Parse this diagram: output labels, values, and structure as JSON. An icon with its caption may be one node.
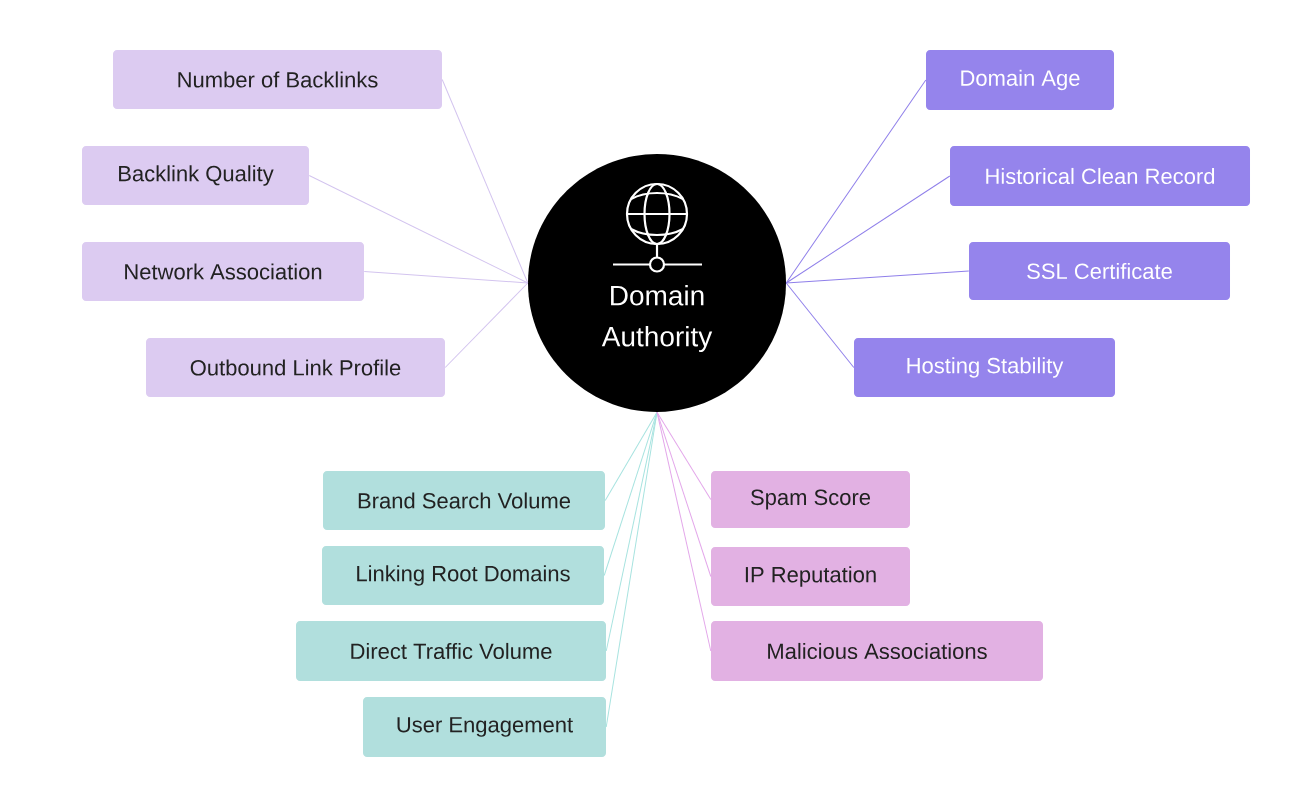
{
  "diagram": {
    "nodes": [
      {
        "text": [
          "Domain Authority"
        ]
      },
      {
        "text": [
          "Number of Backlinks"
        ]
      },
      {
        "text": [
          "Backlink Quality"
        ]
      },
      {
        "text": [
          "Network Association"
        ]
      },
      {
        "text": [
          "Outbound Link Profile"
        ]
      },
      {
        "text": [
          "Domain Age"
        ]
      },
      {
        "text": [
          "Historical Clean Record"
        ]
      },
      {
        "text": [
          "SSL Certificate"
        ]
      },
      {
        "text": [
          "Hosting Stability"
        ]
      },
      {
        "text": [
          "Brand Search Volume"
        ]
      },
      {
        "text": [
          "Linking Root Domains"
        ]
      },
      {
        "text": [
          "Direct Traffic Volume"
        ]
      },
      {
        "text": [
          "User Engagement"
        ]
      },
      {
        "text": [
          "Spam Score"
        ]
      },
      {
        "text": [
          "IP Reputation"
        ]
      },
      {
        "text": [
          "Malicious Associations"
        ]
      }
    ],
    "edges": [
      {
        "from": 0,
        "to": 1,
        "arrow": "none",
        "color": "#d3c4ef"
      },
      {
        "from": 0,
        "to": 2,
        "arrow": "none",
        "color": "#d3c4ef"
      },
      {
        "from": 0,
        "to": 3,
        "arrow": "none",
        "color": "#d3c4ef"
      },
      {
        "from": 0,
        "to": 4,
        "arrow": "none",
        "color": "#d3c4ef"
      },
      {
        "from": 0,
        "to": 5,
        "arrow": "none",
        "color": "#8f7fea"
      },
      {
        "from": 0,
        "to": 6,
        "arrow": "none",
        "color": "#8f7fea"
      },
      {
        "from": 0,
        "to": 7,
        "arrow": "none",
        "color": "#8f7fea"
      },
      {
        "from": 0,
        "to": 8,
        "arrow": "none",
        "color": "#8f7fea"
      },
      {
        "from": 0,
        "to": 9,
        "arrow": "none",
        "color": "#a7e3e0"
      },
      {
        "from": 0,
        "to": 10,
        "arrow": "none",
        "color": "#a7e3e0"
      },
      {
        "from": 0,
        "to": 11,
        "arrow": "none",
        "color": "#a7e3e0"
      },
      {
        "from": 0,
        "to": 12,
        "arrow": "none",
        "color": "#a7e3e0"
      },
      {
        "from": 0,
        "to": 13,
        "arrow": "none",
        "color": "#e3a7ea"
      },
      {
        "from": 0,
        "to": 14,
        "arrow": "none",
        "color": "#e3a7ea"
      },
      {
        "from": 0,
        "to": 15,
        "arrow": "none",
        "color": "#e3a7ea"
      }
    ]
  }
}
